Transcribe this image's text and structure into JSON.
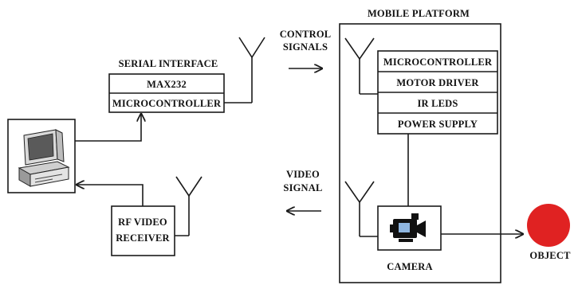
{
  "labels": {
    "serial_interface": "SERIAL INTERFACE",
    "max232": "MAX232",
    "microcontroller_left": "MICROCONTROLLER",
    "control_signals_1": "CONTROL",
    "control_signals_2": "SIGNALS",
    "mobile_platform": "MOBILE PLATFORM",
    "microcontroller_right": "MICROCONTROLLER",
    "motor_driver": "MOTOR DRIVER",
    "ir_leds": "IR LEDS",
    "power_supply": "POWER SUPPLY",
    "video_signal_1": "VIDEO",
    "video_signal_2": "SIGNAL",
    "rf_video_receiver_1": "RF VIDEO",
    "rf_video_receiver_2": "RECEIVER",
    "camera": "CAMERA",
    "object": "OBJECT"
  },
  "icons": {
    "computer": "desktop-computer-icon",
    "camera": "video-camera-icon",
    "antenna": "antenna-icon"
  },
  "colors": {
    "line": "#1a1a1a",
    "object": "#e02222",
    "background": "#ffffff"
  }
}
